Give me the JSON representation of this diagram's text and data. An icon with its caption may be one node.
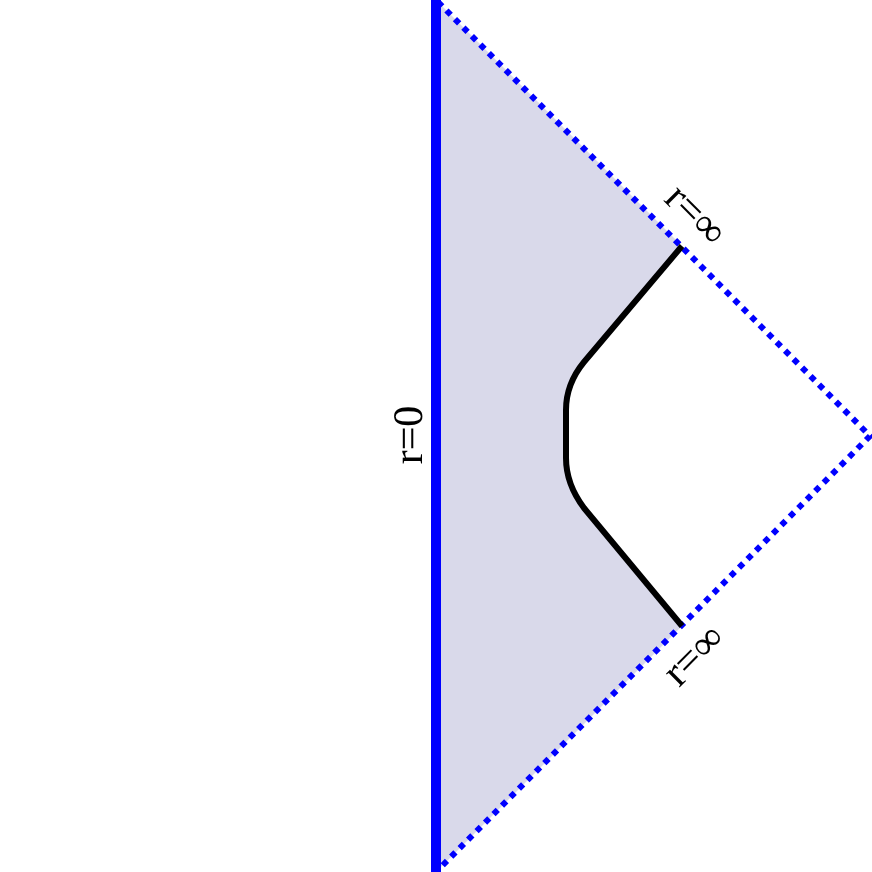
{
  "diagram": {
    "labels": [
      "r=∞",
      "r=0",
      "r=∞"
    ]
  }
}
